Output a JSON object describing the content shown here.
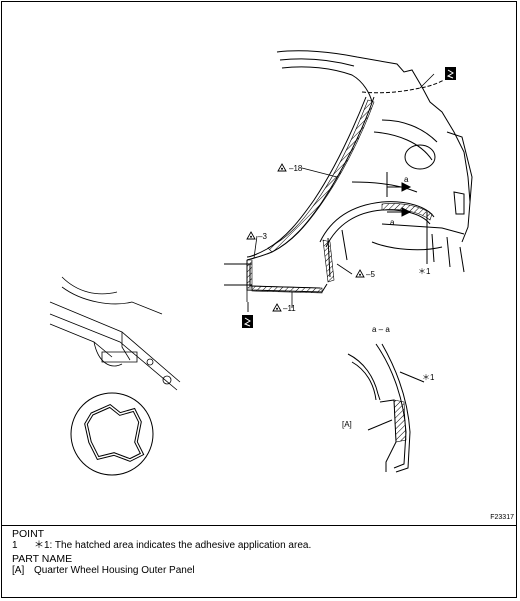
{
  "figure": {
    "figure_id": "F23317",
    "callouts": {
      "c18": "–18",
      "c3": "–3",
      "c5": "–5",
      "c11": "–11",
      "star1": "＊1",
      "a": "a",
      "section": "a – a",
      "star1_section": "＊1",
      "bracket_a": "[A]"
    }
  },
  "notes": {
    "point_heading": "POINT",
    "point_items": [
      {
        "num": "1",
        "text": "＊1: The hatched area indicates the adhesive application area."
      }
    ],
    "part_heading": "PART NAME",
    "part_items": [
      {
        "key": "[A]",
        "text": "Quarter Wheel Housing Outer Panel"
      }
    ]
  }
}
